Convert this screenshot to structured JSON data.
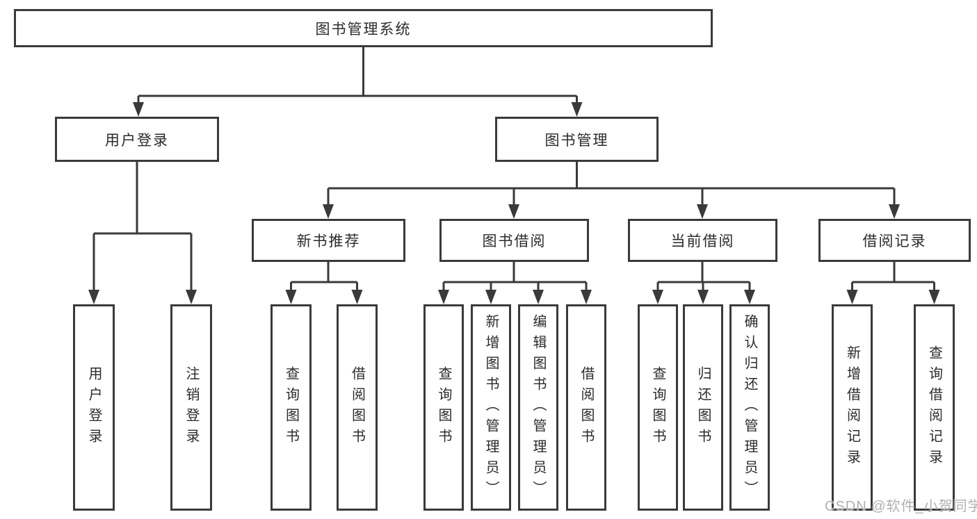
{
  "diagram": {
    "title": "图书管理系统",
    "level2": {
      "user_login": "用户登录",
      "book_management": "图书管理"
    },
    "user_login_children": {
      "login": "用户登录",
      "logout": "注销登录"
    },
    "book_management_children": {
      "new_book_recommend": "新书推荐",
      "book_borrow": "图书借阅",
      "current_borrow": "当前借阅",
      "borrow_record": "借阅记录"
    },
    "new_book_recommend_children": {
      "query_book": "查询图书",
      "borrow_book": "借阅图书"
    },
    "book_borrow_children": {
      "query_book": "查询图书",
      "add_book": "新增图书（管理员）",
      "edit_book": "编辑图书（管理员）",
      "borrow_book": "借阅图书"
    },
    "current_borrow_children": {
      "query_book": "查询图书",
      "return_book": "归还图书",
      "confirm_return": "确认归还（管理员）"
    },
    "borrow_record_children": {
      "add_record": "新增借阅记录",
      "query_record": "查询借阅记录"
    }
  },
  "watermark": {
    "text": "CSDN @软件_小贺同学"
  },
  "colors": {
    "background": "#ffffff",
    "line": "#3a3a3a",
    "box_border": "#3a3a3a",
    "text": "#2b2b2b",
    "watermark": "#b0b0b0"
  }
}
